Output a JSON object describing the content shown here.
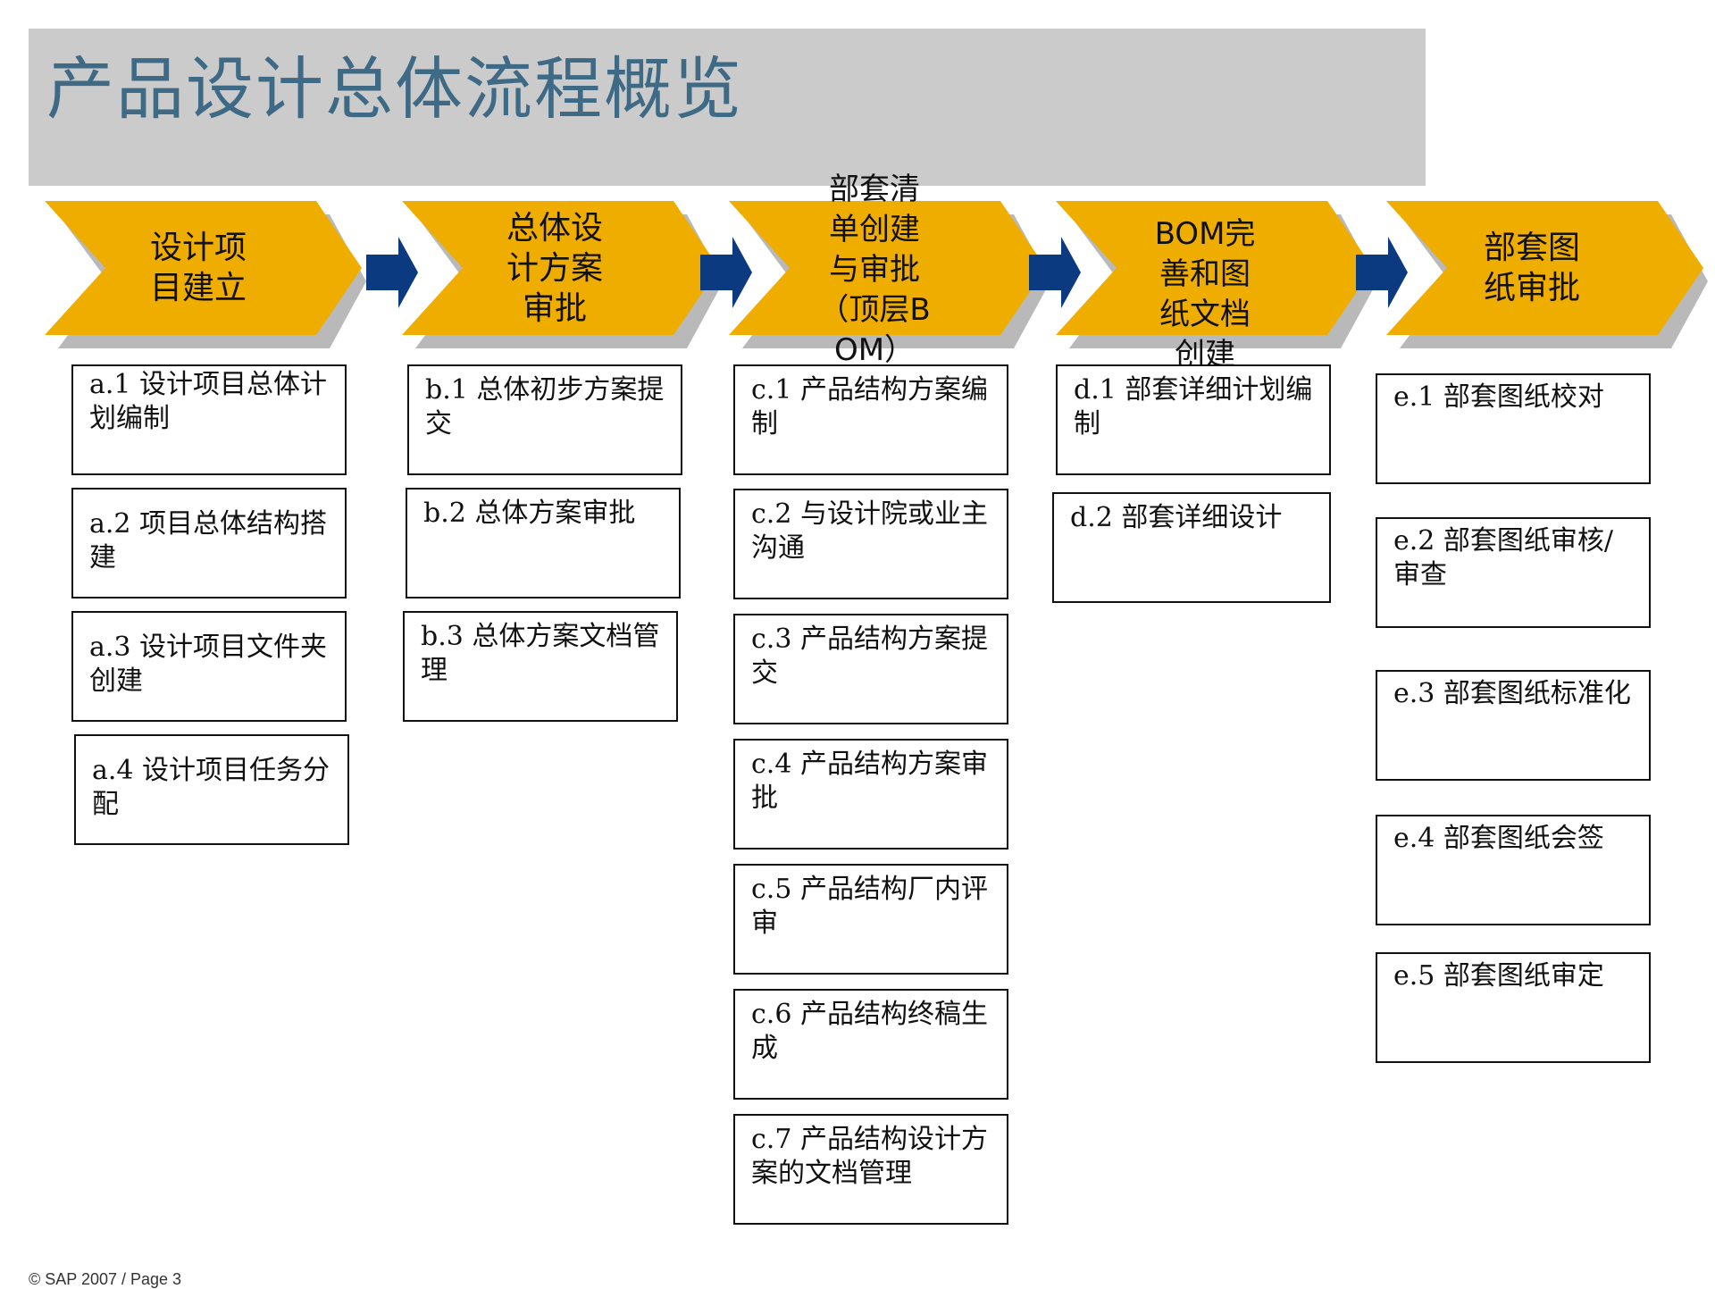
{
  "title": "产品设计总体流程概览",
  "colors": {
    "chevron": "#efad00",
    "shadow": "#b9b9b9",
    "connector": "#0b3a80",
    "title_bar": "#cbcbcb",
    "title_text": "#3e6a86"
  },
  "phases": [
    {
      "label": "设计项目建立",
      "steps": [
        "a.1 设计项目总体计划编制",
        "a.2 项目总体结构搭建",
        "a.3 设计项目文件夹创建",
        "a.4 设计项目任务分配"
      ]
    },
    {
      "label": "总体设计方案审批",
      "steps": [
        "b.1 总体初步方案提交",
        "b.2 总体方案审批",
        "b.3 总体方案文档管理"
      ]
    },
    {
      "label": "部套清单创建与审批（顶层BOM）",
      "steps": [
        "c.1 产品结构方案编制",
        "c.2 与设计院或业主沟通",
        "c.3 产品结构方案提交",
        "c.4 产品结构方案审批",
        "c.5 产品结构厂内评审",
        "c.6 产品结构终稿生成",
        "c.7 产品结构设计方案的文档管理"
      ]
    },
    {
      "label": "BOM完善和图纸文档创建",
      "steps": [
        "d.1 部套详细计划编制",
        "d.2 部套详细设计"
      ]
    },
    {
      "label": "部套图纸审批",
      "steps": [
        "e.1 部套图纸校对",
        "e.2 部套图纸审核/审查",
        "e.3 部套图纸标准化",
        "e.4 部套图纸会签",
        "e.5 部套图纸审定"
      ]
    }
  ],
  "footer": "© SAP 2007 / Page 3"
}
